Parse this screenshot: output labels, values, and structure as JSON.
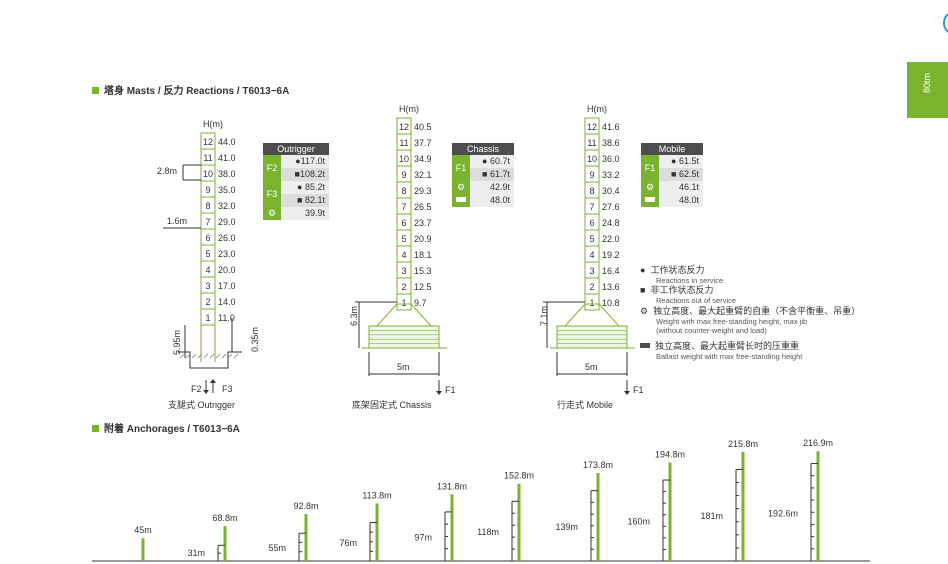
{
  "side_tab": {
    "label": "80tm"
  },
  "masts_section": {
    "title": "塔身 Masts / 反力 Reactions / T6013−6A"
  },
  "anchorages_section": {
    "title": "附着 Anchorages / T6013−6A"
  },
  "outrigger": {
    "h_label": "H(m)",
    "sections": [
      "12",
      "11",
      "10",
      "9",
      "8",
      "7",
      "6",
      "5",
      "4",
      "3",
      "2",
      "1"
    ],
    "heights": [
      "44.0",
      "41.0",
      "38.0",
      "35.0",
      "32.0",
      "29.0",
      "26.0",
      "23.0",
      "20.0",
      "17.0",
      "14.0",
      "11.0"
    ],
    "dim_28": "2.8m",
    "dim_16": "1.6m",
    "dim_595": "5.95m",
    "dim_035": "0.35m",
    "force_f2": "F2",
    "force_f3": "F3",
    "caption_cn": "支腿式",
    "caption_en": "Outrigger",
    "table": {
      "header": "Outrigger",
      "rows": [
        {
          "label": "F2",
          "v1": "●117.0t",
          "v2": "■108.2t"
        },
        {
          "label": "F3",
          "v1": "● 85.2t",
          "v2": "■ 82.1t"
        },
        {
          "label": "icon",
          "v1": "39.9t"
        }
      ]
    }
  },
  "chassis": {
    "h_label": "H(m)",
    "sections": [
      "12",
      "11",
      "10",
      "9",
      "8",
      "7",
      "6",
      "5",
      "4",
      "3",
      "2",
      "1"
    ],
    "heights": [
      "40.5",
      "37.7",
      "34.9",
      "32.1",
      "29.3",
      "26.5",
      "23.7",
      "20.9",
      "18.1",
      "15.3",
      "12.5",
      "9.7"
    ],
    "dim_63": "6.3m",
    "dim_5": "5m",
    "force_f1": "F1",
    "caption_cn": "底架固定式",
    "caption_en": "Chassis",
    "table": {
      "header": "Chassis",
      "rows": [
        {
          "label": "F1",
          "v1": "● 60.7t",
          "v2": "■ 61.7t"
        },
        {
          "label": "icon",
          "v1": "42.9t"
        },
        {
          "label": "ballast",
          "v1": "48.0t"
        }
      ]
    }
  },
  "mobile": {
    "h_label": "H(m)",
    "sections": [
      "12",
      "11",
      "10",
      "9",
      "8",
      "7",
      "6",
      "5",
      "4",
      "3",
      "2",
      "1"
    ],
    "heights": [
      "41.6",
      "38.6",
      "36.0",
      "33.2",
      "30.4",
      "27.6",
      "24.8",
      "22.0",
      "19.2",
      "16.4",
      "13.6",
      "10.8"
    ],
    "dim_71": "7.1m",
    "dim_5": "5m",
    "force_f1": "F1",
    "caption_cn": "行走式",
    "caption_en": "Mobile",
    "table": {
      "header": "Mobile",
      "rows": [
        {
          "label": "F1",
          "v1": "● 61.5t",
          "v2": "■ 62.5t"
        },
        {
          "label": "icon",
          "v1": "46.1t"
        },
        {
          "label": "ballast",
          "v1": "48.0t"
        }
      ]
    }
  },
  "legend": [
    {
      "cn": "工作状态反力",
      "en": "Reactions in service"
    },
    {
      "cn": "非工作状态反力",
      "en": "Reactions out of service"
    },
    {
      "cn": "独立高度、最大起重臂的自重（不含平衡重、吊重）",
      "en": "Weight  with max free-standing height, max jib",
      "en2": "(without counter-weight and load)"
    },
    {
      "cn": "独立高度、最大起重臂长时的压重重",
      "en": "Ballast weight with  max free-standing height"
    }
  ],
  "anchorages": [
    {
      "height": "45m",
      "interval": ""
    },
    {
      "height": "68.8m",
      "interval": "31m"
    },
    {
      "height": "92.8m",
      "interval": "55m"
    },
    {
      "height": "113.8m",
      "interval": "76m"
    },
    {
      "height": "131.8m",
      "interval": "97m"
    },
    {
      "height": "152.8m",
      "interval": "118m"
    },
    {
      "height": "173.8m",
      "interval": "139m"
    },
    {
      "height": "194.8m",
      "interval": "160m"
    },
    {
      "height": "215.8m",
      "interval": "181m"
    },
    {
      "height": "216.9m",
      "interval": "192.6m"
    }
  ],
  "colors": {
    "accent": "#7ab32e",
    "dark": "#4d4d4d",
    "text": "#333333"
  }
}
